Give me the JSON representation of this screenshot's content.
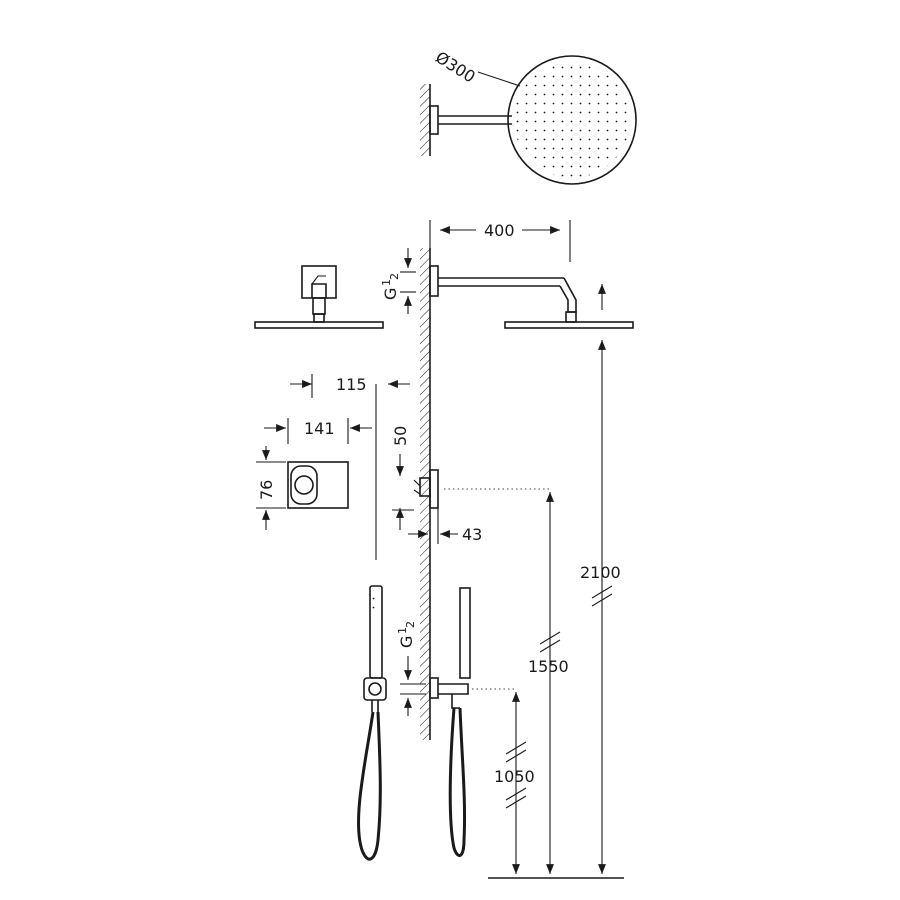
{
  "dimensions": {
    "head_diameter": "Ø300",
    "arm_length": "400",
    "thread_top": "G",
    "thread_top_frac_num": "1",
    "thread_top_frac_den": "2",
    "thread_bottom": "G",
    "thread_bottom_frac_num": "1",
    "thread_bottom_frac_den": "2",
    "valve_offset": "115",
    "plate_width": "141",
    "plate_height": "76",
    "valve_above": "50",
    "valve_depth": "43",
    "height_head": "2100",
    "height_valve": "1550",
    "height_hand": "1050"
  }
}
